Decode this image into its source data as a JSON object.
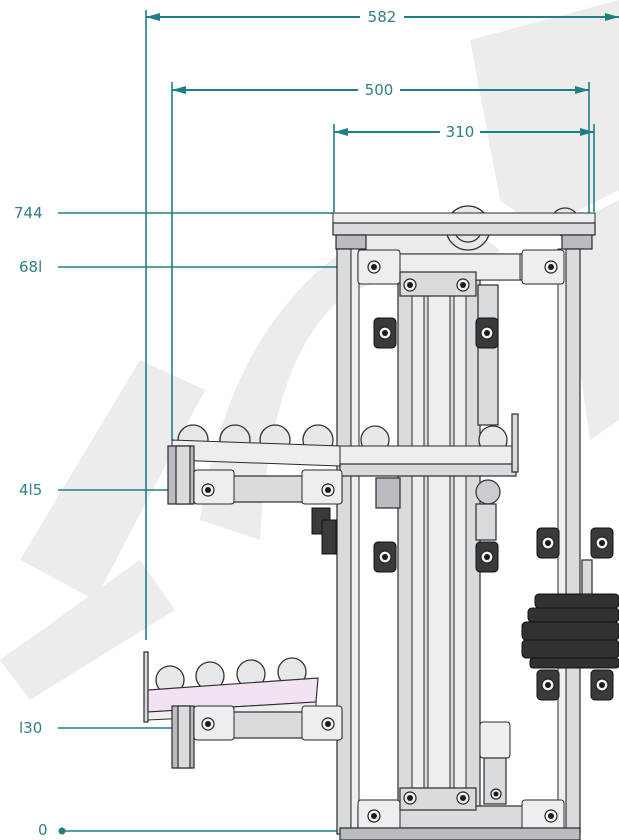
{
  "drawing": {
    "dimensions": {
      "overall_width": "582",
      "arm_width": "500",
      "frame_width": "310"
    },
    "elevations": [
      {
        "label": "744",
        "value": 744
      },
      {
        "label": "68l",
        "value": 681
      },
      {
        "label": "4l5",
        "value": 415
      },
      {
        "label": "l30",
        "value": 130
      },
      {
        "label": "0",
        "value": 0
      }
    ],
    "colors": {
      "dimension": "#1f7f86",
      "aluminum": "#d9dcdf",
      "watermark": "#ececec"
    }
  }
}
